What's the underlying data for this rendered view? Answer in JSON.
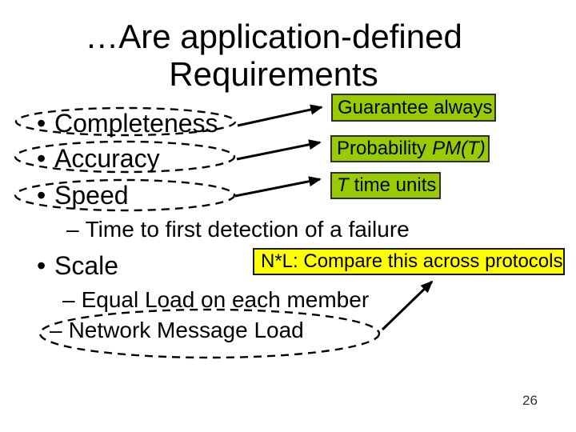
{
  "slide": {
    "title": {
      "line1": "…Are application-defined",
      "line2": "Requirements"
    },
    "bullets": {
      "bullet_char": "•",
      "dash_char": "–",
      "completeness": "Completeness",
      "accuracy": "Accuracy",
      "speed": "Speed",
      "speed_sub": "Time to first detection of a failure",
      "scale": "Scale",
      "scale_sub1": "Equal Load on each member",
      "scale_sub2": "Network Message Load"
    },
    "callouts": {
      "guarantee": "Guarantee always",
      "probability_prefix": "Probability",
      "probability_italic": "PM(T)",
      "time_units_italic": "T",
      "time_units_suffix": "time units",
      "compare": "N*L: Compare this across protocols"
    },
    "page_number": "26",
    "colors": {
      "green_fill": "#99CC00",
      "green_border": "#2e2e2e",
      "yellow_fill": "#FFFF00",
      "yellow_border": "#1a1a1a",
      "ink": "#000000"
    }
  }
}
